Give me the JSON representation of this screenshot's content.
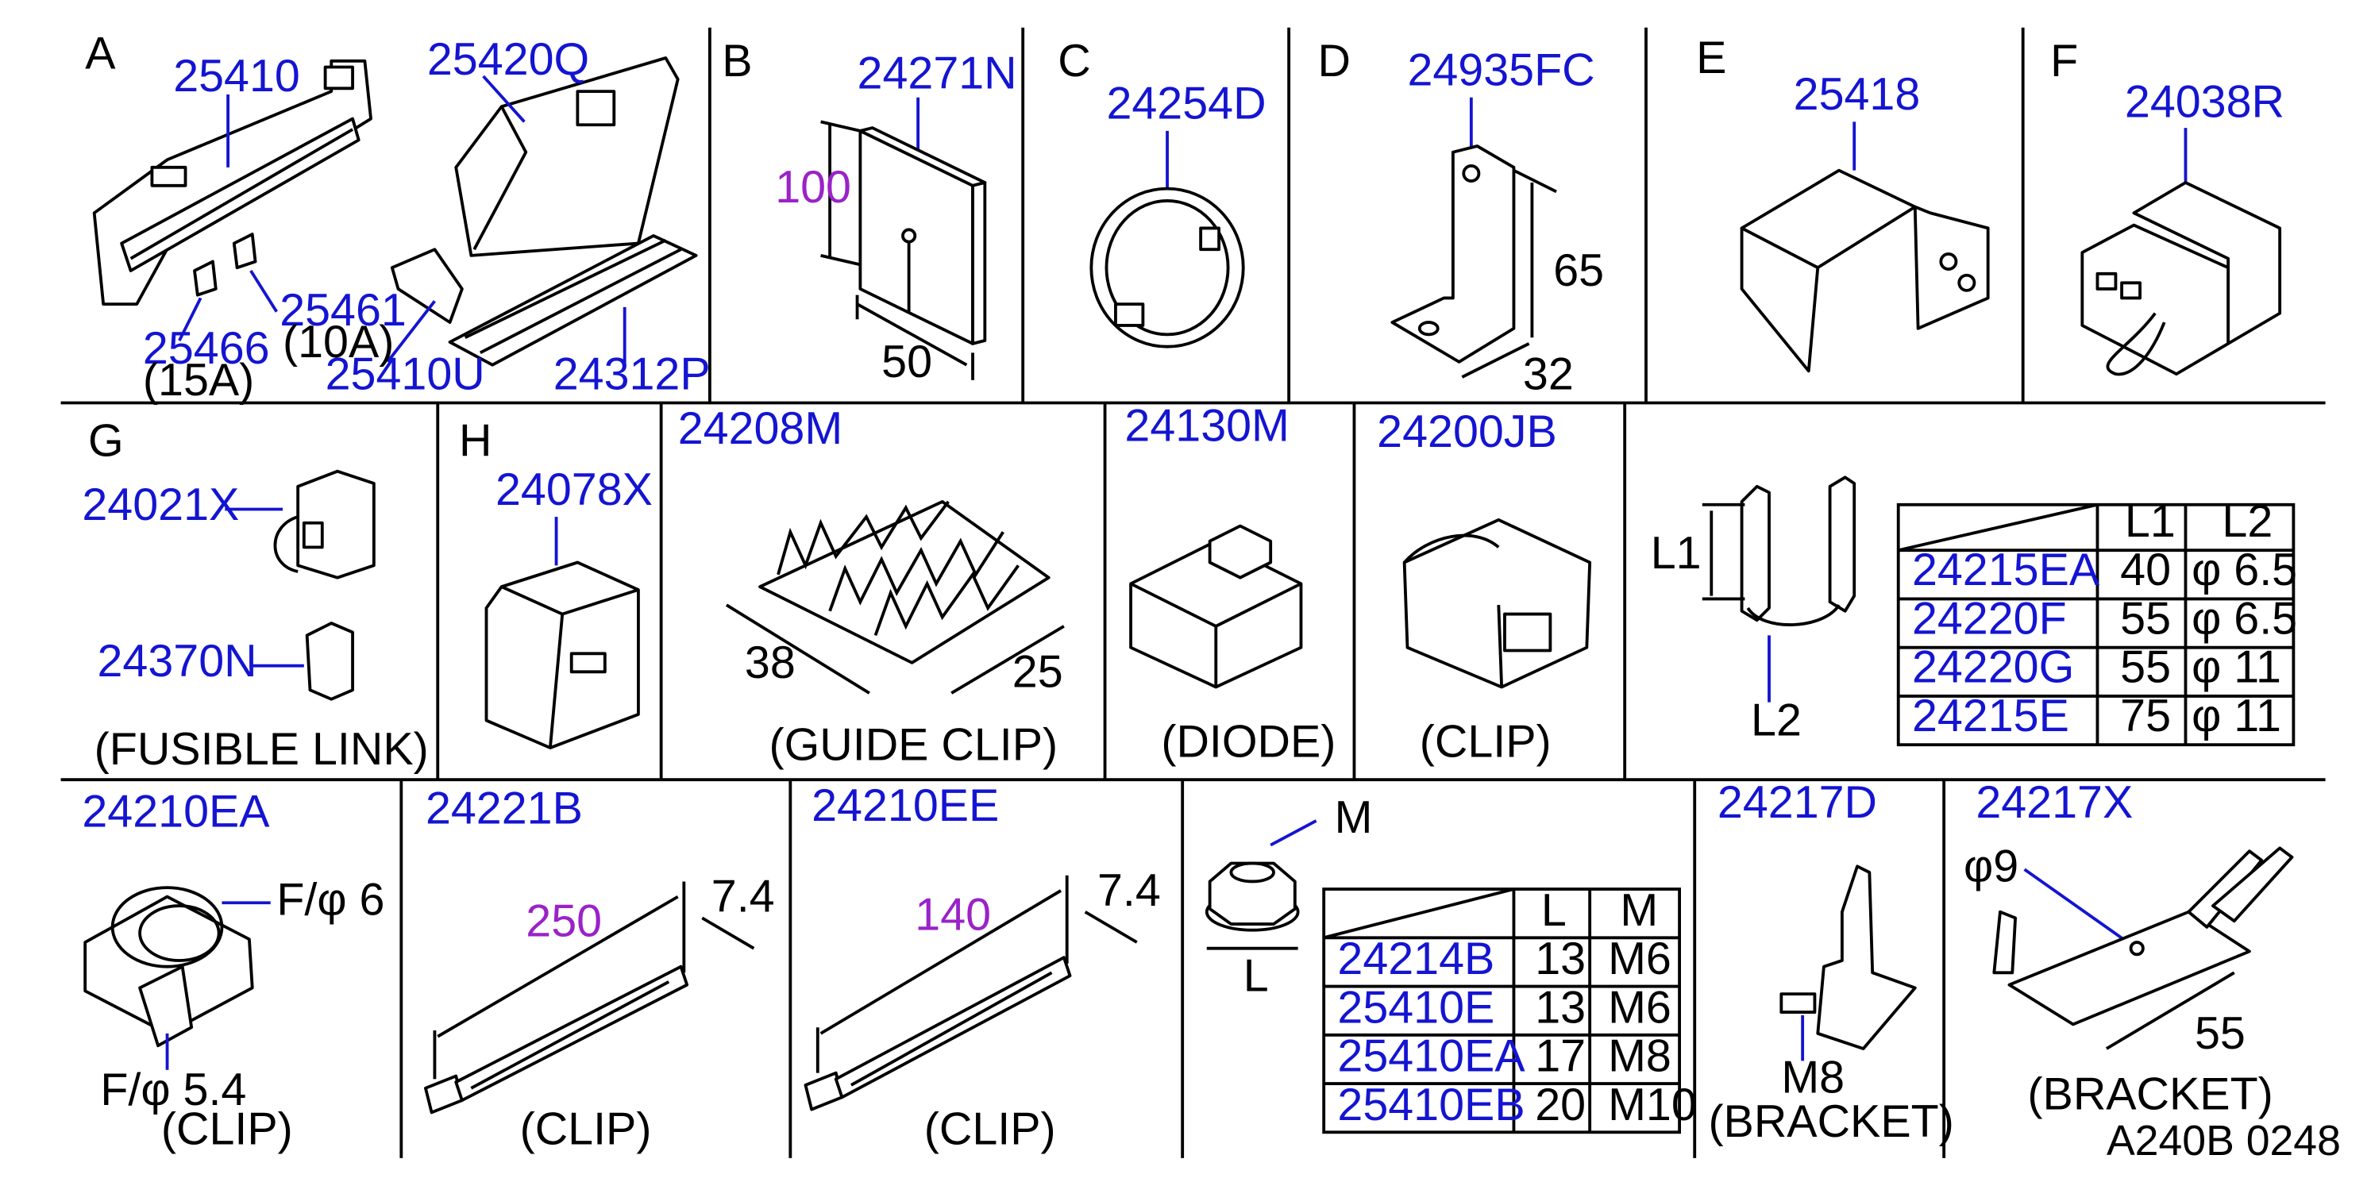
{
  "colors": {
    "part_number": "#1414d2",
    "dimension_highlight": "#9a22c8",
    "text": "#000000"
  },
  "sections": {
    "a": {
      "letter": "A",
      "parts": [
        "25410",
        "25420Q",
        "25461",
        "25466",
        "25410U",
        "24312P"
      ],
      "notes": [
        "(10A)",
        "(15A)"
      ]
    },
    "b": {
      "letter": "B",
      "part": "24271N",
      "dims": [
        "100",
        "50"
      ]
    },
    "c": {
      "letter": "C",
      "part": "24254D"
    },
    "d": {
      "letter": "D",
      "part": "24935FC",
      "dims": [
        "65",
        "32"
      ]
    },
    "e": {
      "letter": "E",
      "part": "25418"
    },
    "f": {
      "letter": "F",
      "part": "24038R"
    },
    "g": {
      "letter": "G",
      "parts": [
        "24021X",
        "24370N"
      ],
      "caption": "(FUSIBLE   LINK)"
    },
    "h": {
      "letter": "H",
      "part": "24078X"
    },
    "guide": {
      "part": "24208M",
      "dims": [
        "38",
        "25"
      ],
      "caption": "(GUIDE   CLIP)"
    },
    "diode": {
      "part": "24130M",
      "caption": "(DIODE)"
    },
    "clip1": {
      "part": "24200JB",
      "caption": "(CLIP)"
    },
    "l_table": {
      "l1_label": "L1",
      "l2_label": "L2",
      "headers": [
        "L1",
        "L2"
      ],
      "rows": [
        {
          "part": "24215EA",
          "l1": "40",
          "l2": "φ   6.5"
        },
        {
          "part": "24220F",
          "l1": "55",
          "l2": "φ   6.5"
        },
        {
          "part": "24220G",
          "l1": "55",
          "l2": "φ   11"
        },
        {
          "part": "24215E",
          "l1": "75",
          "l2": "φ   11"
        }
      ]
    },
    "clip_ea": {
      "part": "24210EA",
      "dim_top": "F/φ   6",
      "dim_bottom": "F/φ   5.4",
      "caption": "(CLIP)"
    },
    "clip_b": {
      "part": "24221B",
      "length": "250",
      "width": "7.4",
      "caption": "(CLIP)"
    },
    "clip_ee": {
      "part": "24210EE",
      "length": "140",
      "width": "7.4",
      "caption": "(CLIP)"
    },
    "nut_table": {
      "m_label": "M",
      "l_label": "L",
      "headers": [
        "L",
        "M"
      ],
      "rows": [
        {
          "part": "24214B",
          "l": "13",
          "m": "M6"
        },
        {
          "part": "25410E",
          "l": "13",
          "m": "M6"
        },
        {
          "part": "25410EA",
          "l": "17",
          "m": "M8"
        },
        {
          "part": "25410EB",
          "l": "20",
          "m": "M10"
        }
      ]
    },
    "bracket_d": {
      "part": "24217D",
      "stud": "M8",
      "caption": "(BRACKET)"
    },
    "bracket_x": {
      "part": "24217X",
      "hole": "φ9",
      "dim": "55",
      "caption": "(BRACKET)"
    }
  },
  "footer": {
    "code": "A240B   0248"
  }
}
